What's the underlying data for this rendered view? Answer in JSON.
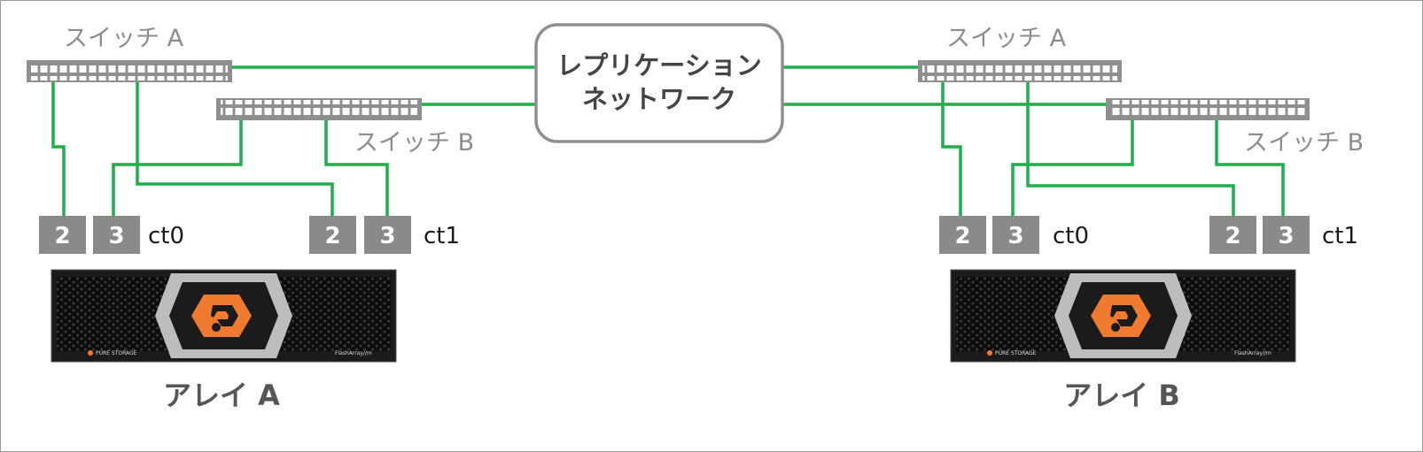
{
  "diagram": {
    "network_label_line1": "レプリケーション",
    "network_label_line2": "ネットワーク",
    "sites": [
      {
        "array_label": "アレイ A",
        "switch_a_label": "スイッチ A",
        "switch_b_label": "スイッチ B",
        "controllers": [
          {
            "label": "ct0",
            "ports": [
              "2",
              "3"
            ]
          },
          {
            "label": "ct1",
            "ports": [
              "2",
              "3"
            ]
          }
        ]
      },
      {
        "array_label": "アレイ B",
        "switch_a_label": "スイッチ A",
        "switch_b_label": "スイッチ B",
        "controllers": [
          {
            "label": "ct0",
            "ports": [
              "2",
              "3"
            ]
          },
          {
            "label": "ct1",
            "ports": [
              "2",
              "3"
            ]
          }
        ]
      }
    ],
    "chassis_brand": "PURE STORAGE",
    "chassis_model": "FlashArray//m",
    "colors": {
      "link": "#1fae4b",
      "switch": "#8f8f8f",
      "port": "#8a8a8a",
      "chassis": "#1b1b1b",
      "logo": "#f07a2f"
    }
  }
}
